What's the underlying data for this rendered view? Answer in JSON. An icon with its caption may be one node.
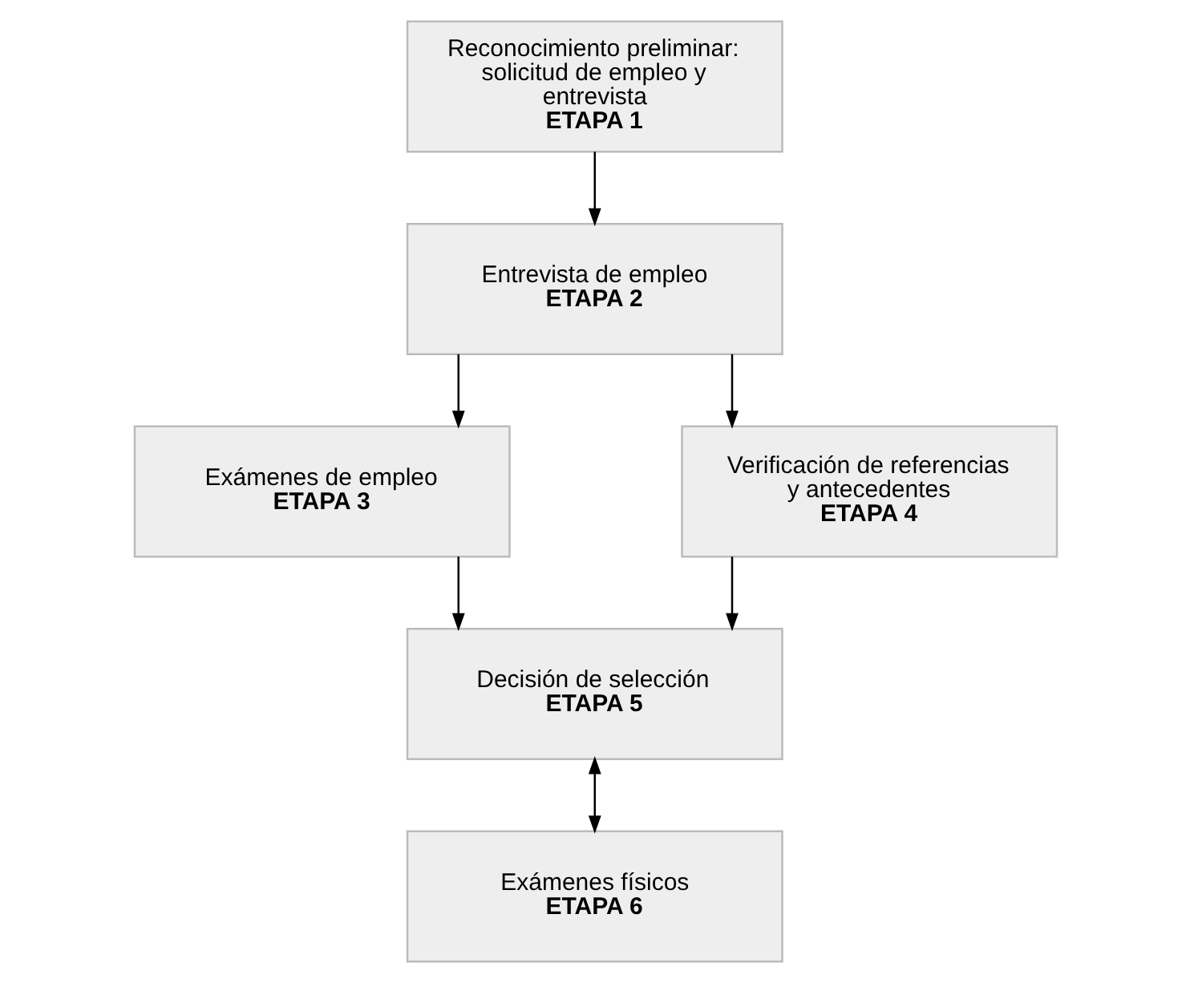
{
  "diagram": {
    "nodes": [
      {
        "text": [
          "Reconocimiento preliminar: solicitud de empleo y entrevista",
          "ETAPA 1"
        ]
      },
      {
        "text": [
          "Entrevista de empleo",
          "ETAPA 2"
        ]
      },
      {
        "text": [
          "Exámenes de empleo",
          "ETAPA 3"
        ]
      },
      {
        "text": [
          "Verificación de referencias y antecedentes",
          "ETAPA 4"
        ]
      },
      {
        "text": [
          "Decisión de selección",
          "ETAPA 5"
        ]
      },
      {
        "text": [
          "Exámenes físicos",
          "ETAPA 6"
        ]
      }
    ],
    "edges": [
      {
        "from": 0,
        "to": 1,
        "arrow": "to"
      },
      {
        "from": 1,
        "to": 2,
        "arrow": "to"
      },
      {
        "from": 1,
        "to": 3,
        "arrow": "to"
      },
      {
        "from": 2,
        "to": 4,
        "arrow": "to"
      },
      {
        "from": 3,
        "to": 4,
        "arrow": "to"
      },
      {
        "from": 4,
        "to": 5,
        "arrow": "both"
      }
    ]
  }
}
